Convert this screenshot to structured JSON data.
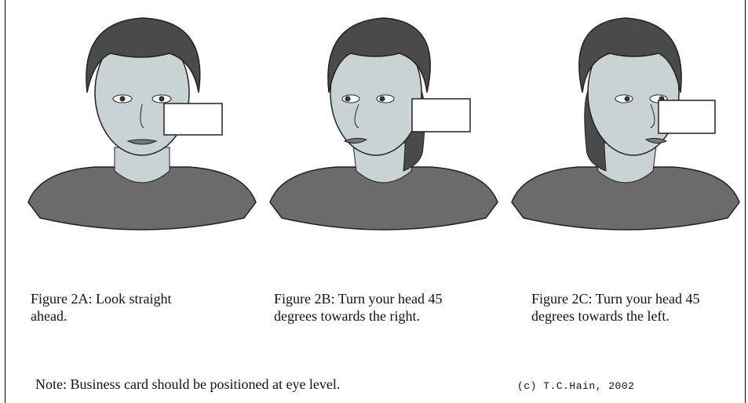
{
  "figures": [
    {
      "caption": "Figure 2A:  Look straight ahead.",
      "pose": "front"
    },
    {
      "caption": "Figure 2B:  Turn your head 45 degrees towards the right.",
      "pose": "turn-right"
    },
    {
      "caption": "Figure 2C:  Turn your head 45 degrees towards the left.",
      "pose": "turn-left"
    }
  ],
  "note": "Note:  Business card should be positioned at eye level.",
  "copyright": "(c) T.C.Hain, 2002",
  "colors": {
    "skin": "#c9d2d4",
    "hair": "#4a4a4a",
    "shirt": "#6b6b6b",
    "card": "#ffffff",
    "outline": "#222222"
  }
}
